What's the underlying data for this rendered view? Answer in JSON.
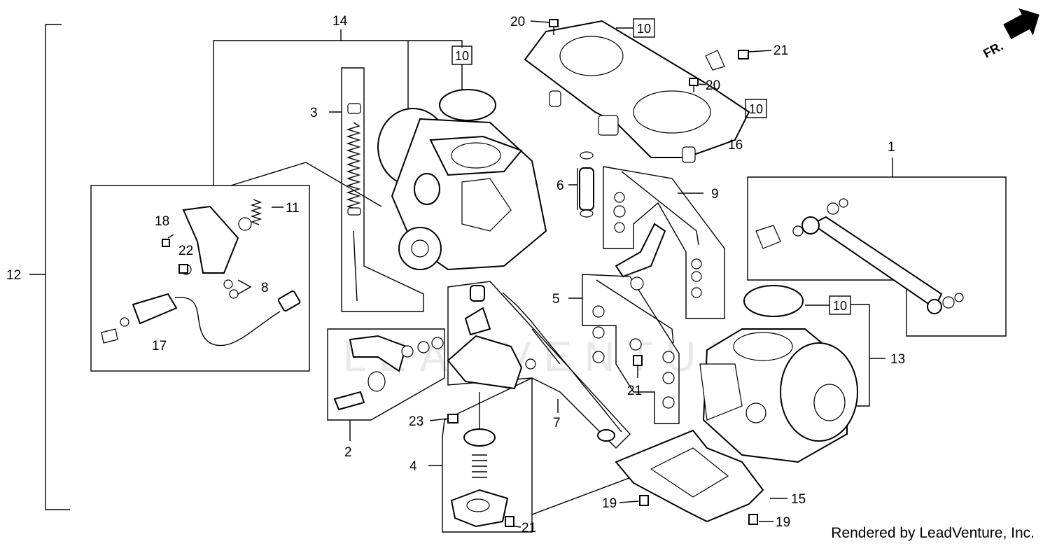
{
  "direction_badge": {
    "label": "FR.",
    "icon": "arrow-forward-icon"
  },
  "credit": "Rendered by LeadVenture, Inc.",
  "watermark": "LEADVENTURE",
  "callouts": {
    "c1": "1",
    "c2": "2",
    "c3": "3",
    "c4": "4",
    "c5": "5",
    "c6": "6",
    "c7": "7",
    "c8": "8",
    "c9": "9",
    "c10a": "10",
    "c10b": "10",
    "c10c": "10",
    "c10d": "10",
    "c11": "11",
    "c12": "12",
    "c13": "13",
    "c14": "14",
    "c15": "15",
    "c16": "16",
    "c17": "17",
    "c18": "18",
    "c19a": "19",
    "c19b": "19",
    "c20a": "20",
    "c20b": "20",
    "c21a": "21",
    "c21b": "21",
    "c21c": "21",
    "c22": "22",
    "c23": "23"
  }
}
